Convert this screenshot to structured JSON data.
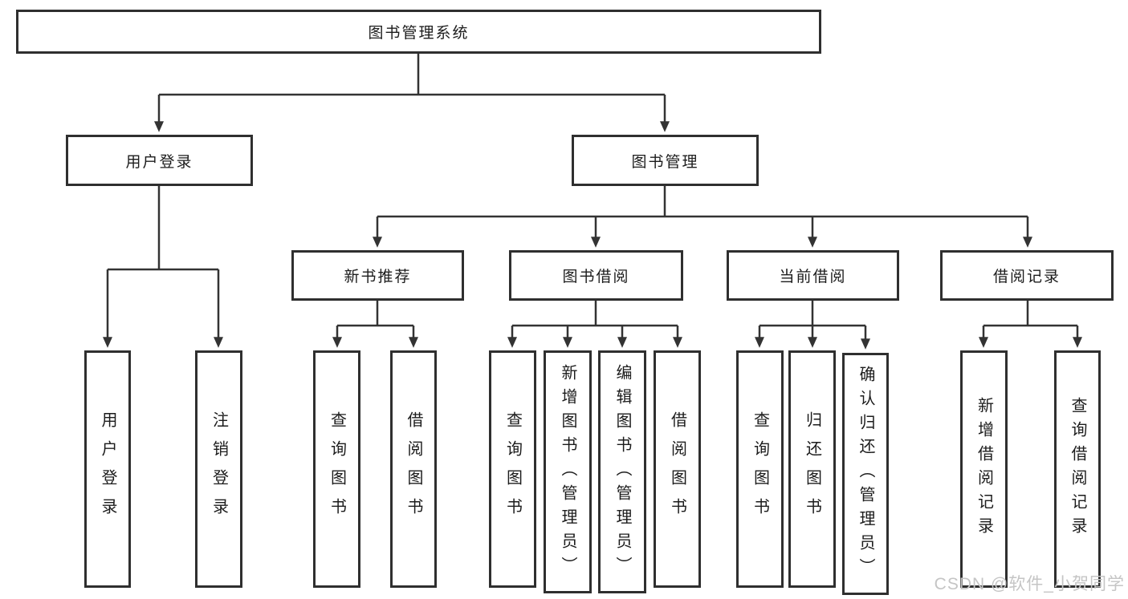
{
  "tree": {
    "label": "图书管理系统",
    "children": [
      {
        "label": "用户登录",
        "children": [
          {
            "label": "用户登录"
          },
          {
            "label": "注销登录"
          }
        ]
      },
      {
        "label": "图书管理",
        "children": [
          {
            "label": "新书推荐",
            "children": [
              {
                "label": "查询图书"
              },
              {
                "label": "借阅图书"
              }
            ]
          },
          {
            "label": "图书借阅",
            "children": [
              {
                "label": "查询图书"
              },
              {
                "label": "新增图书（管理员）"
              },
              {
                "label": "编辑图书（管理员）"
              },
              {
                "label": "借阅图书"
              }
            ]
          },
          {
            "label": "当前借阅",
            "children": [
              {
                "label": "查询图书"
              },
              {
                "label": "归还图书"
              },
              {
                "label": "确认归还（管理员）"
              }
            ]
          },
          {
            "label": "借阅记录",
            "children": [
              {
                "label": "新增借阅记录"
              },
              {
                "label": "查询借阅记录"
              }
            ]
          }
        ]
      }
    ]
  },
  "watermark": "CSDN @软件_小贺同学",
  "colors": {
    "line": "#333333",
    "border": "#2f2f2f",
    "text": "#1c1c1c",
    "watermark": "#c5c5c5"
  }
}
